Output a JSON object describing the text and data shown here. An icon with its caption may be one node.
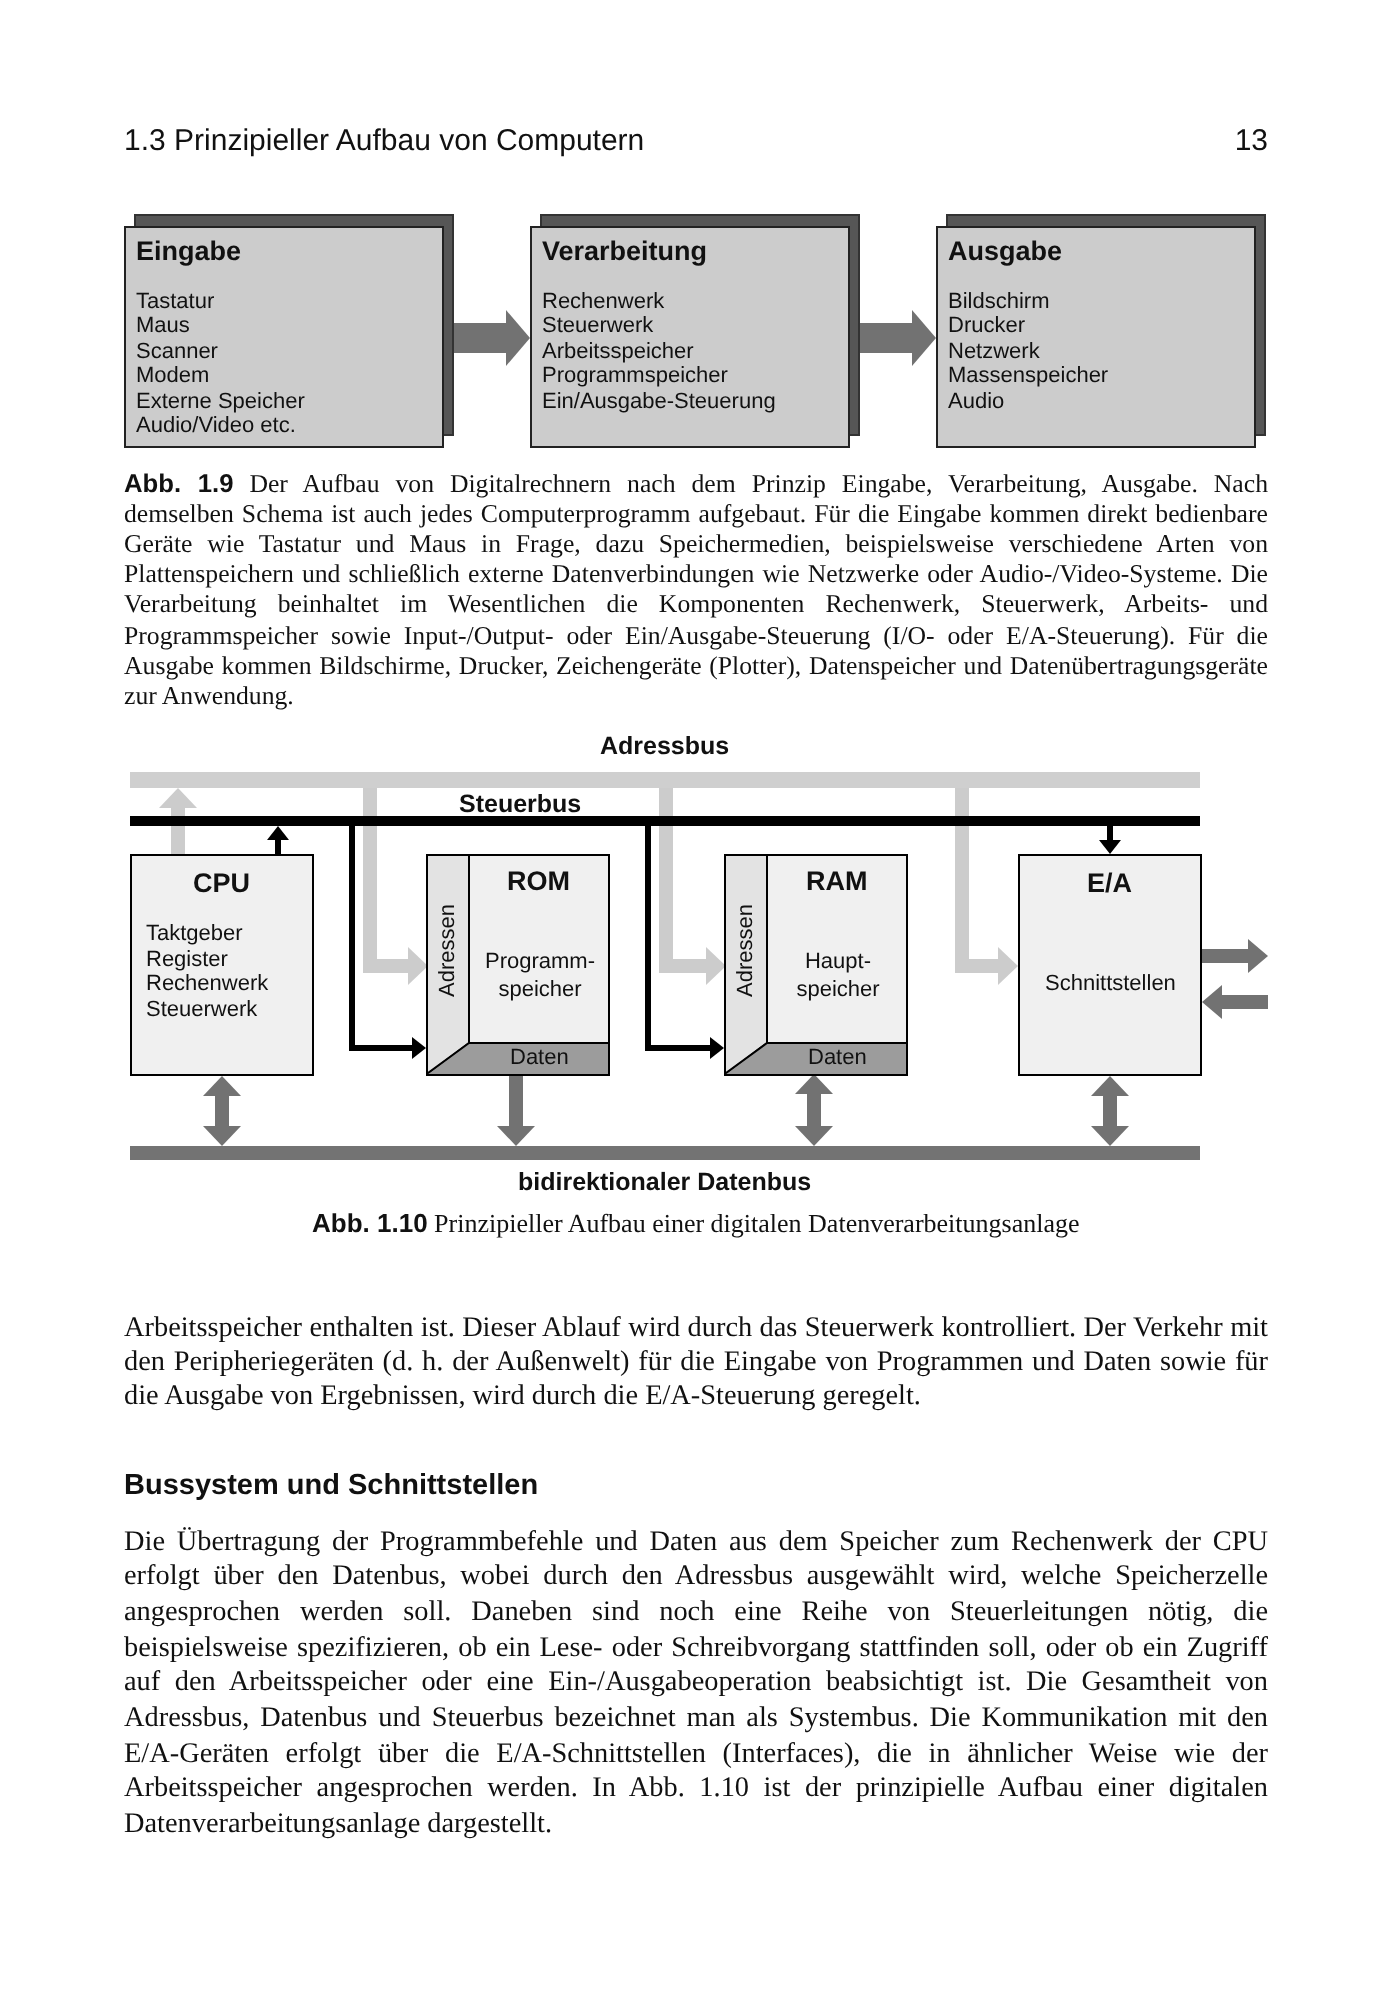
{
  "diagram": {
    "nodes": [
      {
        "text": [
          "Eingabe",
          "Tastatur",
          "Maus",
          "Scanner",
          "Modem",
          "Externe Speicher",
          "Audio/Video etc."
        ]
      },
      {
        "text": [
          "Verarbeitung",
          "Rechenwerk",
          "Steuerwerk",
          "Arbeitsspeicher",
          "Programmspeicher",
          "Ein/Ausgabe-Steuerung"
        ]
      },
      {
        "text": [
          "Ausgabe",
          "Bildschirm",
          "Drucker",
          "Netzwerk",
          "Massenspeicher",
          "Audio"
        ]
      },
      {
        "text": [
          "Adressbus"
        ]
      },
      {
        "text": [
          "Steuerbus"
        ]
      },
      {
        "text": [
          "CPU",
          "Taktgeber",
          "Register",
          "Rechenwerk",
          "Steuerwerk"
        ]
      },
      {
        "text": [
          "ROM",
          "Programm-speicher"
        ]
      },
      {
        "text": [
          "Adressen"
        ],
        "in": 6
      },
      {
        "text": [
          "Daten"
        ],
        "in": 6
      },
      {
        "text": [
          "RAM",
          "Haupt-speicher"
        ]
      },
      {
        "text": [
          "Adressen"
        ],
        "in": 9
      },
      {
        "text": [
          "Daten"
        ],
        "in": 9
      },
      {
        "text": [
          "E/A",
          "Schnittstellen"
        ]
      },
      {
        "text": [
          "bidirektionaler Datenbus"
        ]
      }
    ],
    "edges": [
      {
        "from": 0,
        "to": 1,
        "arrow": "to"
      },
      {
        "from": 1,
        "to": 2,
        "arrow": "to"
      },
      {
        "from": 5,
        "to": 3,
        "arrow": "to",
        "color": "#cccccc"
      },
      {
        "from": 5,
        "to": 4,
        "arrow": "to",
        "color": "#000000"
      },
      {
        "from": 3,
        "to": 7,
        "arrow": "to",
        "color": "#cccccc"
      },
      {
        "from": 4,
        "to": 6,
        "arrow": "to",
        "color": "#000000"
      },
      {
        "from": 3,
        "to": 10,
        "arrow": "to",
        "color": "#cccccc"
      },
      {
        "from": 4,
        "to": 9,
        "arrow": "to",
        "color": "#000000"
      },
      {
        "from": 3,
        "to": 12,
        "arrow": "to",
        "color": "#cccccc"
      },
      {
        "from": 4,
        "to": 12,
        "arrow": "to",
        "color": "#000000"
      },
      {
        "from": 5,
        "to": 13,
        "arrow": "both"
      },
      {
        "from": 8,
        "to": 13,
        "arrow": "to"
      },
      {
        "from": 11,
        "to": 13,
        "arrow": "both"
      },
      {
        "from": 12,
        "to": 13,
        "arrow": "both"
      },
      {
        "from": 12,
        "to": null,
        "arrow": "to"
      },
      {
        "from": null,
        "to": 12,
        "arrow": "to"
      }
    ],
    "labels": [
      "1.3 Prinzipieller Aufbau von Computern",
      "13",
      "**Abb. 1.9** Der Aufbau von Digitalrechnern nach dem Prinzip Eingabe, Verarbeitung, Ausgabe. Nach demselben Schema ist auch jedes Computerprogramm aufgebaut. Für die Eingabe kommen direkt bedienbare Geräte wie Tastatur und Maus in Frage, dazu Speichermedien, beispielsweise verschiedene Arten von Plattenspeichern und schließlich externe Datenverbindungen wie Netzwerke oder Audio-/Video-Systeme. Die Verarbeitung beinhaltet im Wesentlichen die Komponenten Rechenwerk, Steuerwerk, Arbeits- und Programmspeicher sowie Input-/Output- oder Ein/Ausgabe-Steuerung (I/O- oder E/A-Steuerung). Für die Ausgabe kommen Bildschirme, Drucker, Zeichengeräte (Plotter), Datenspeicher und Datenübertragungsgeräte zur Anwendung.",
      "**Abb. 1.10** Prinzipieller Aufbau einer digitalen Datenverarbeitungsanlage",
      "Arbeitsspeicher enthalten ist. Dieser Ablauf wird durch das Steuerwerk kontrolliert. Der Verkehr mit den Peripheriegeräten (d. h. der Außenwelt) für die Eingabe von Programmen und Daten sowie für die Ausgabe von Ergebnissen, wird durch die E/A-Steuerung geregelt.",
      "Bussystem und Schnittstellen",
      "Die Übertragung der Programmbefehle und Daten aus dem Speicher zum Rechenwerk der CPU erfolgt über den Datenbus, wobei durch den Adressbus ausgewählt wird, welche Speicherzelle angesprochen werden soll. Daneben sind noch eine Reihe von Steuerleitungen nötig, die beispielsweise spezifizieren, ob ein Lese- oder Schreibvorgang stattfinden soll, oder ob ein Zugriff auf den Arbeitsspeicher oder eine Ein-/Ausgabeoperation beabsichtigt ist. Die Gesamtheit von Adressbus, Datenbus und Steuerbus bezeichnet man als Systembus. Die Kommunikation mit den E/A-Geräten erfolgt über die E/A-Schnittstellen (Interfaces), die in ähnlicher Weise wie der Arbeitsspeicher angesprochen werden. In Abb. 1.10 ist der prinzipielle Aufbau einer digitalen Datenverarbeitungsanlage dargestellt."
    ]
  }
}
